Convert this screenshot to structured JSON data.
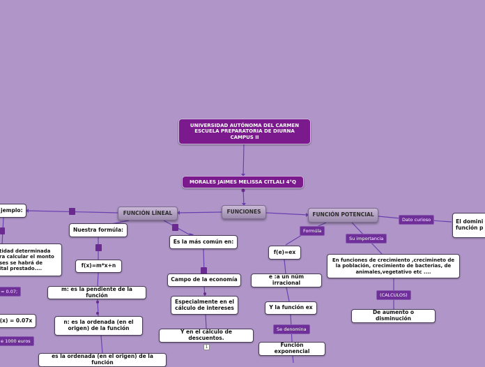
{
  "nodes": {
    "root": "UNIVERSIDAD AUTÓNOMA DEL CARMEN\nESCUELA PREPARATORIA DE DIURNA\nCAMPUS II",
    "author": "MORALES JAIMES MELISSA CITLALI 4°Q",
    "funciones": "FUNCIONES",
    "funcion_lineal": "FUNCIÓN LÍNEAL",
    "funcion_potencial": "FUNCIÓN POTENCIAL",
    "ejemplo": "jemplo:",
    "cantidad": "tidad determinada\nra calcular el monto\nses se habrá de\nital prestado....",
    "rate": "= 0.07;",
    "fx007": "(x) = 0.07x",
    "mil_euros": "e 1000 euros",
    "nuestra_formula": "Nuestra formúla:",
    "fx_mxn": "f(x)=m*x+n",
    "m_pendiente": "m: es la pendiente de la función",
    "n_ordenada": "n: es la ordenada (en el\norigen) de la función",
    "ordenada_bottom": "es la ordenada (en el origen) de la función",
    "mas_comun": "Es la más común en:",
    "campo_economia": "Campo de la economía",
    "calculo_intereses": "Especialmente en el\ncálculo de intereses",
    "calculo_descuentos": "Y en el  cálculo de descuentos.",
    "fe_ex": "f(e)=ex",
    "e_irracional": "e :a un núm irracional",
    "y_funcion_ex": "Y la función ex",
    "funcion_exponencial": "Función exponencial",
    "crecimiento": "En funciones de crecimiento ,crecimineto de\nla población, crecimiento de bacterias, de\nanimales,vegetativo etc ....",
    "aumento": "De aumento o disminución",
    "dominio": "El domini\nfunción p"
  },
  "tags": {
    "formula": "Formúla",
    "importancia": "Su importancia",
    "dato_curioso": "Dato curioso",
    "calculos": "(CALCULOS)",
    "denomina": "Se denomina"
  },
  "icons": {
    "note_marker": "1"
  },
  "colors": {
    "background": "#b096c8",
    "connector": "#6a3fb0",
    "node_dark": "#7a1a8c",
    "tag": "#6e2f99"
  }
}
